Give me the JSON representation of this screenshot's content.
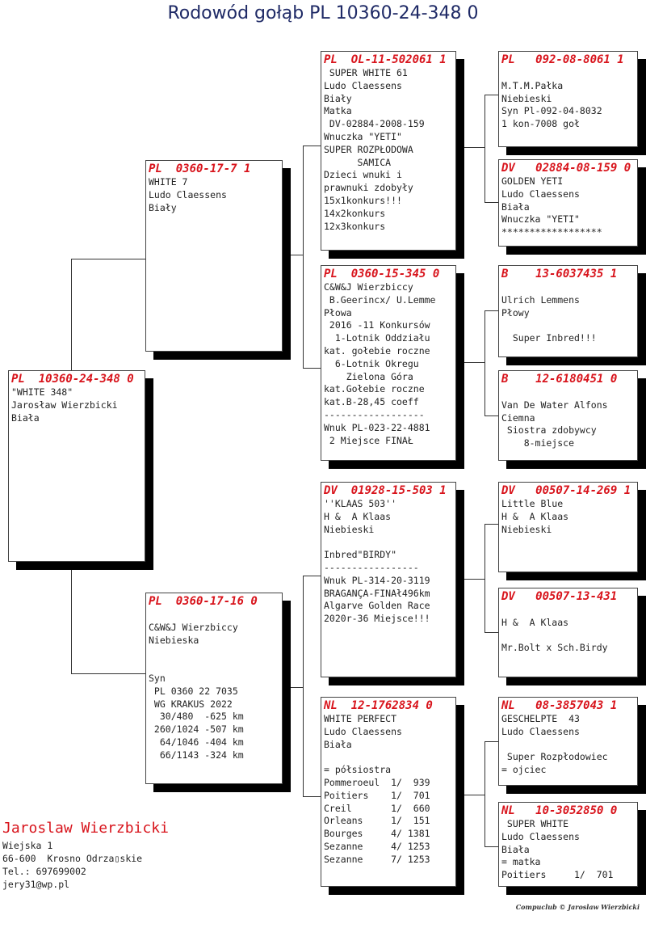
{
  "title": "Rodowód gołąb PL  10360-24-348 0",
  "boxes": {
    "subject": {
      "header": "PL  10360-24-348 0",
      "lines": [
        "\"WHITE 348\"",
        "Jarosław Wierzbicki",
        "Biała"
      ]
    },
    "sire": {
      "header": "PL  0360-17-7 1",
      "lines": [
        "WHITE 7",
        "Ludo Claessens",
        "Biały"
      ]
    },
    "dam": {
      "header": "PL  0360-17-16 0",
      "lines": [
        "",
        "C&W&J Wierzbiccy",
        "Niebieska",
        "",
        "",
        "Syn",
        " PL 0360 22 7035",
        " WG KRAKUS 2022",
        "  30/480  -625 km",
        " 260/1024 -507 km",
        "  64/1046 -404 km",
        "  66/1143 -324 km"
      ]
    },
    "ss": {
      "header": "PL  OL-11-502061 1",
      "lines": [
        " SUPER WHITE 61",
        "Ludo Claessens",
        "Biały",
        "Matka",
        " DV-02884-2008-159",
        "Wnuczka \"YETI\"",
        "SUPER ROZPŁODOWA",
        "      SAMICA",
        "Dzieci wnuki i",
        "prawnuki zdobyły",
        "15x1konkurs!!!",
        "14x2konkurs",
        "12x3konkurs"
      ]
    },
    "sd": {
      "header": "PL  0360-15-345 0",
      "lines": [
        "C&W&J Wierzbiccy",
        " B.Geerincx/ U.Lemme",
        "Płowa",
        " 2016 -11 Konkursów",
        "  1-Lotnik Oddziału",
        "kat. gołebie roczne",
        "  6-Lotnik Okregu",
        "    Zielona Góra",
        "kat.Gołebie roczne",
        "kat.B-28,45 coeff",
        "------------------",
        "Wnuk PL-023-22-4881",
        " 2 Miejsce FINAŁ"
      ]
    },
    "ds": {
      "header": "DV  01928-15-503 1",
      "lines": [
        "''KLAAS 503''",
        "H &  A Klaas",
        "Niebieski",
        "",
        "Inbred\"BIRDY\"",
        "-----------------",
        "Wnuk PL-314-20-3119",
        "BRAGANÇA-FINAł496km",
        "Algarve Golden Race",
        "2020r-36 Miejsce!!!"
      ]
    },
    "dd": {
      "header": "NL  12-1762834 0",
      "lines": [
        "WHITE PERFECT",
        "Ludo Claessens",
        "Biała",
        "",
        "= półsiostra",
        "Pommeroeul  1/  939",
        "Poitiers    1/  701",
        "Creil       1/  660",
        "Orleans     1/  151",
        "Bourges     4/ 1381",
        "Sezanne     4/ 1253",
        "Sezanne     7/ 1253"
      ]
    },
    "sss": {
      "header": "PL   092-08-8061 1",
      "lines": [
        "",
        "M.T.M.Pałka",
        "Niebieski",
        "Syn Pl-092-04-8032",
        "1 kon-7008 goł"
      ]
    },
    "ssd": {
      "header": "DV   02884-08-159 0",
      "lines": [
        "GOLDEN YETI",
        "Ludo Claessens",
        "Biała",
        "Wnuczka \"YETI\"",
        "******************"
      ]
    },
    "sds": {
      "header": "B    13-6037435 1",
      "lines": [
        "",
        "Ulrich Lemmens",
        "Płowy",
        "",
        "  Super Inbred!!!"
      ]
    },
    "sdd": {
      "header": "B    12-6180451 0",
      "lines": [
        "",
        "Van De Water Alfons",
        "Ciemna",
        " Siostra zdobywcy",
        "    8-miejsce"
      ]
    },
    "dss": {
      "header": "DV   00507-14-269 1",
      "lines": [
        "Little Blue",
        "H &  A Klaas",
        "Niebieski"
      ]
    },
    "dsd": {
      "header": "DV   00507-13-431",
      "lines": [
        "",
        "H &  A Klaas",
        "",
        "Mr.Bolt x Sch.Birdy"
      ]
    },
    "dds": {
      "header": "NL   08-3857043 1",
      "lines": [
        "GESCHELPTE  43",
        "Ludo Claessens",
        "",
        " Super Rozpłodowiec",
        "= ojciec"
      ]
    },
    "ddd": {
      "header": "NL   10-3052850 0",
      "lines": [
        " SUPER WHITE",
        "Ludo Claessens",
        "Biała",
        "= matka",
        "Poitiers     1/  701"
      ]
    }
  },
  "owner": {
    "name": "Jaroslaw Wierzbicki",
    "street": "Wiejska 1",
    "city": "66-600  Krosno Odrza▯skie",
    "phone": "Tel.: 697699002",
    "email": "jery31@wp.pl"
  },
  "footer": "Compuclub © Jaroslaw Wierzbicki"
}
